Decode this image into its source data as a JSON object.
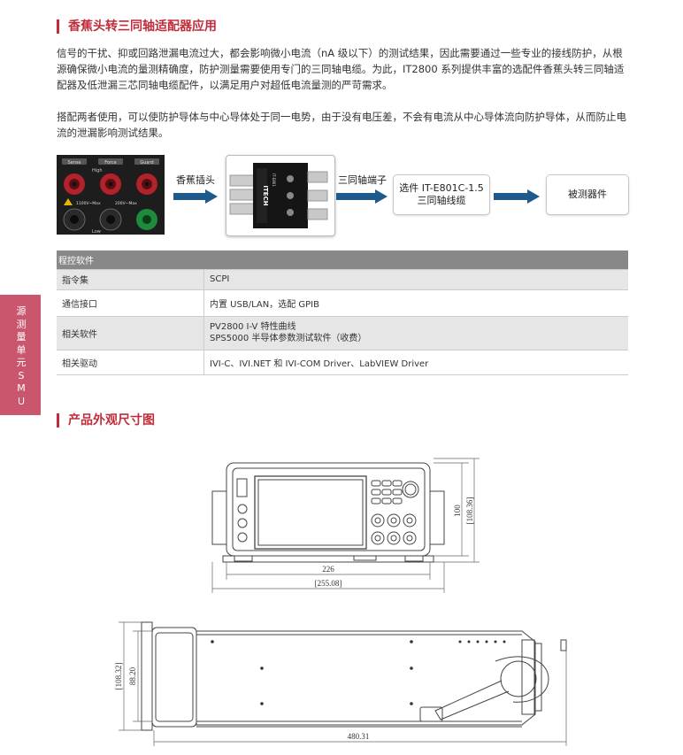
{
  "section1": {
    "title": "香蕉头转三同轴适配器应用",
    "paragraph1": "信号的干扰、抑或回路泄漏电流过大，都会影响微小电流（nA 级以下）的测试结果，因此需要通过一些专业的接线防护，从根源确保微小电流的量测精确度，防护测量需要使用专门的三同轴电缆。为此，IT2800 系列提供丰富的选配件香蕉头转三同轴适配器及低泄漏三芯同轴电缆配件，以满足用户对超低电流量测的严苛需求。",
    "paragraph2": "搭配两者使用，可以使防护导体与中心导体处于同一电势，由于没有电压差，不会有电流从中心导体流向防护导体，从而防止电流的泄漏影响测试结果。"
  },
  "diagram": {
    "panel_labels": [
      "Sense",
      "Force",
      "Guard",
      "High",
      "Low"
    ],
    "panel_ratings": [
      "1100V~Max",
      "200V~Max"
    ],
    "step1": "香蕉插头",
    "step2": "三同轴端子",
    "box1_line1": "选件 IT-E801C-1.5",
    "box1_line2": "三同轴线缆",
    "box2": "被测器件",
    "adapter_brand": "ITECH",
    "adapter_model": "IT-E801"
  },
  "table": {
    "header": "程控软件",
    "rows": [
      {
        "key": "指令集",
        "value": "SCPI",
        "value2": ""
      },
      {
        "key": "通信接口",
        "value": "内置 USB/LAN，选配 GPIB",
        "value2": ""
      },
      {
        "key": "相关软件",
        "value": "PV2800 I-V 特性曲线",
        "value2": "SPS5000 半导体参数测试软件（收费）"
      },
      {
        "key": "相关驱动",
        "value": "IVI-C、IVI.NET 和 IVI-COM Driver、LabVIEW Driver",
        "value2": ""
      }
    ]
  },
  "side_tab": "源测量单元SMU",
  "section2": {
    "title": "产品外观尺寸图"
  },
  "dimensions": {
    "front_width": "226",
    "front_width_overall": "[255.08]",
    "front_height": "100",
    "front_height_overall": "[108.36]",
    "side_height_overall": "[108.32]",
    "side_height": "88.20",
    "side_depth": "480.31"
  },
  "colors": {
    "accent": "#c02c3b",
    "side_tab": "#c9566c",
    "arrow": "#1f5a8c",
    "table_header": "#888888"
  }
}
